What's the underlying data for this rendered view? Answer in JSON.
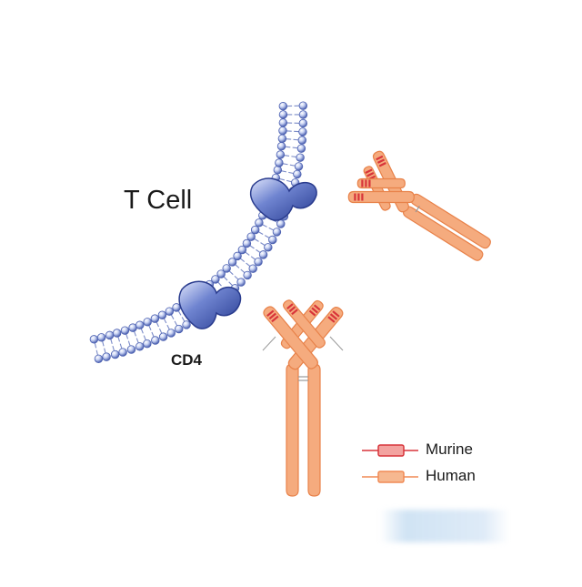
{
  "diagram": {
    "cell_label": "T Cell",
    "receptor_label": "CD4",
    "legend": [
      {
        "label": "Murine",
        "color": "#e0303a",
        "fill": "#f5b0a8"
      },
      {
        "label": "Human",
        "color": "#f08a55",
        "fill": "#f6b890"
      }
    ],
    "colors": {
      "membrane": "#4a5fb0",
      "membrane_light": "#c8d2f2",
      "protein": "#3c52b0",
      "antibody_fill": "#f5ab7e",
      "antibody_stroke": "#e8824a",
      "murine_region": "#d8343a"
    }
  }
}
